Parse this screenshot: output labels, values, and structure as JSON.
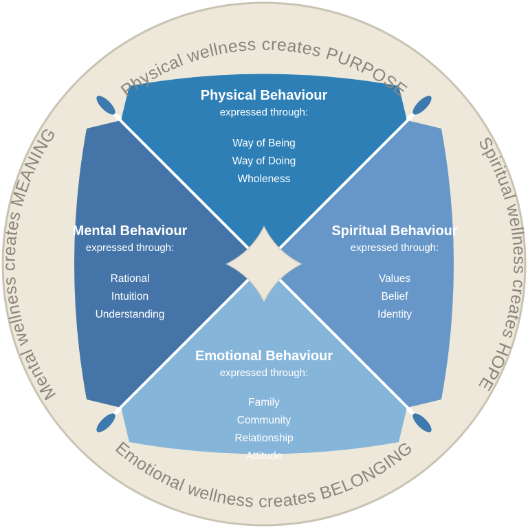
{
  "quadrants": {
    "physical": {
      "title": "Physical Behaviour",
      "subtitle": "expressed through:",
      "items": [
        "Way of Being",
        "Way of Doing",
        "Wholeness"
      ],
      "color": "#2e7fb6"
    },
    "mental": {
      "title": "Mental Behaviour",
      "subtitle": "expressed through:",
      "items": [
        "Rational",
        "Intuition",
        "Understanding"
      ],
      "color": "#4474a8"
    },
    "spiritual": {
      "title": "Spiritual Behaviour",
      "subtitle": "expressed through:",
      "items": [
        "Values",
        "Belief",
        "Identity"
      ],
      "color": "#6797c9"
    },
    "emotional": {
      "title": "Emotional Behaviour",
      "subtitle": "expressed through:",
      "items": [
        "Family",
        "Community",
        "Relationship",
        "Attitude"
      ],
      "color": "#86b5da"
    }
  },
  "ring": {
    "top": "Physical wellness creates PURPOSE",
    "right": "Spiritual wellness creates HOPE",
    "bottom": "Emotional wellness creates BELONGING",
    "left": "Mental wellness creates MEANING",
    "fill": "#ede8da",
    "border": "#c9c3b4"
  }
}
